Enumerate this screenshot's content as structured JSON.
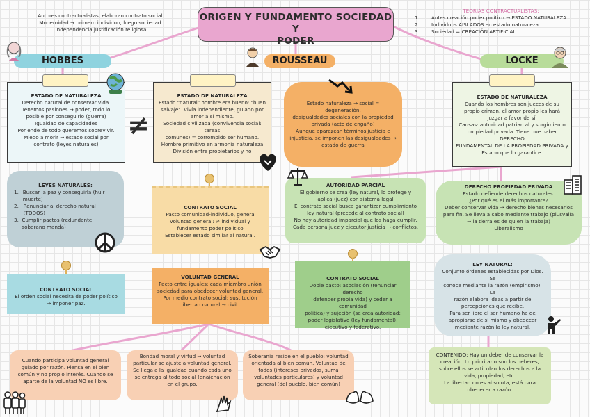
{
  "title": {
    "line1": "ORIGEN Y FUNDAMENTO SOCIEDAD Y",
    "line2": "PODER"
  },
  "intro_left": [
    "Autores contractualistas, elaboran contrato social.",
    "Modernidad → primero individuo, luego sociedad.",
    "Independencia justificación religiosa"
  ],
  "intro_right": {
    "heading": "TEORÍAS CONTRACTUALISTAS:",
    "items": [
      {
        "n": "1.",
        "t": "Antes creación poder político → ESTADO NATURALEZA"
      },
      {
        "n": "2.",
        "t": "Individuos AISLADOS en estado naturaleza"
      },
      {
        "n": "3.",
        "t": "Sociedad = CREACIÓN ARTIFICIAL"
      }
    ]
  },
  "authors": {
    "hobbes": "HOBBES",
    "rousseau": "ROUSSEAU",
    "locke": "LOCKE"
  },
  "hobbes": {
    "estado_naturaleza": {
      "heading": "ESTADO DE NATURALEZA",
      "lines": [
        "Derecho natural de conservar vida.",
        "Tenemos pasiones → poder, todo lo",
        "posible por conseguirlo (guerra)",
        "Igualdad de capacidades",
        "Por ende de todo queremos sobrevivir.",
        "Miedo a morir → estado social por",
        "contrato (leyes naturales)"
      ]
    },
    "leyes_naturales": {
      "heading": "LEYES NATURALES:",
      "items": [
        {
          "n": "1.",
          "t": "Buscar la paz y conseguirla (huir muerte)"
        },
        {
          "n": "2.",
          "t": "Renunciar al derecho natural (TODOS)"
        },
        {
          "n": "3.",
          "t": "Cumplir pactos (redundante, soberano manda)"
        }
      ]
    },
    "contrato_social": {
      "heading": "CONTRATO SOCIAL",
      "lines": [
        "El orden social necesita de poder político",
        "→ imponer paz."
      ]
    }
  },
  "rousseau": {
    "estado_naturaleza": {
      "heading": "ESTADO DE NATURALEZA",
      "lines": [
        "Estado \"natural\" hombre era bueno: \"buen",
        "salvaje\". Vivía independiente, guiado por",
        "amor a sí mismo.",
        "Sociedad civilizada (convivencia social: tareas",
        "comunes) = corrompido ser humano.",
        "Hombre primitivo en armonía naturaleza",
        "División entre propietarios y no"
      ]
    },
    "degeneracion": {
      "lines": [
        "Estado naturaleza → social = degeneración,",
        "desigualdades sociales con la propiedad",
        "privada (acto de engaño)",
        "Aunque aparezcan términos justicia e",
        "injusticia, se imponen las desigualdades →",
        "estado de guerra"
      ]
    },
    "contrato_social": {
      "heading": "CONTRATO SOCIAL",
      "lines": [
        "Pacto comunidad-individuo, genera",
        "voluntad general: ≠ individual y",
        "fundamento poder político",
        "Establecer estado similar al natural."
      ]
    },
    "voluntad_general": {
      "heading": "VOLUNTAD GENERAL",
      "lines": [
        "Pacto entre iguales: cada miembro unión",
        "sociedad para obedecer voluntad general.",
        "Por medio contrato social: sustitución",
        "libertad natural → civil."
      ]
    },
    "bottom": [
      {
        "lines": [
          "Cuando participa voluntad general",
          "guiado por razón. Piensa en el bien",
          "común y no propio interés. Cuando se",
          "aparte de la voluntad NO es libre."
        ]
      },
      {
        "lines": [
          "Bondad moral y virtud → voluntad",
          "particular se ajuste a voluntad general.",
          "Se llega a la igualdad cuando cada uno",
          "se entrega al todo social (enajenación",
          "en el grupo."
        ]
      },
      {
        "lines": [
          "Soberanía reside en el pueblo: voluntad",
          "orientada al bien común. Voluntad de",
          "todos (intereses privados, suma",
          "voluntades particulares) y voluntad",
          "general (del pueblo, bien común)"
        ]
      }
    ]
  },
  "locke": {
    "estado_naturaleza": {
      "heading": "ESTADO DE NATURALEZA",
      "lines": [
        "Cuando los hombres son jueces de su",
        "propio crimen, el amor propio les hará",
        "juzgar a favor de sí.",
        "Causas: autoridad patriarcal y surgimiento",
        "propiedad privada. Tiene que haber DERECHO",
        "FUNDAMENTAL DE LA PROPIEDAD PRIVADA y",
        "Estado que lo garantice."
      ]
    },
    "autoridad_parcial": {
      "heading": "AUTORIDAD PARCIAL",
      "lines": [
        "El gobierno se crea (ley natural, lo protege y",
        "aplica (juez) con sistema legal",
        "El contrato social busca garantizar cumplimiento",
        "ley natural (precede al contrato social)",
        "No hay autoridad imparcial que los haga cumplir.",
        "Cada persona juez y ejecutor justicia → conflictos."
      ]
    },
    "derecho_propiedad": {
      "heading": "DERECHO PROPIEDAD PRIVADA",
      "lines": [
        "Estado defiende derechos naturales.",
        "¿Por qué es el más importante?",
        "Deber conservar vida → derecho bienes necesarios",
        "para fin. Se lleva a cabo mediante trabajo (plusvalía",
        "→ la tierra es de quien la trabaja)",
        "Liberalismo"
      ]
    },
    "contrato_social": {
      "heading": "CONTRATO SOCIAL",
      "lines": [
        "Doble pacto: asociación (renunciar derecho",
        "defender propia vida) y ceder a comunidad",
        "política) y sujeción (se crea autoridad:",
        "poder legislativo (ley fundamental),",
        "ejecutivo y federativo."
      ]
    },
    "ley_natural": {
      "heading": "LEY NATURAL:",
      "lines": [
        "Conjunto órdenes establecidas por Dios. Se",
        "conoce mediante la razón (empirismo). La",
        "razón elabora ideas a partir de",
        "percepciones que recibe.",
        "Para ser libre el ser humano ha de",
        "apropiarse de sí mismo y obedecer",
        "mediante razón la ley natural."
      ]
    },
    "contenido": {
      "lines": [
        "CONTENIDO: Hay un deber de conservar la",
        "creación. Lo prioritario son los deberes,",
        "sobre ellos se articulan los derechos a la",
        "vida, propiedad, etc.",
        "La libertad no es absoluta, está para",
        "obedecer a razón."
      ]
    }
  },
  "symbols": {
    "not_equal": "≠"
  },
  "colors": {
    "pink": "#e9a6cf",
    "orange": "#f4b066",
    "green": "#c7e3b4",
    "teal": "#a8dbe2",
    "gray": "#bfd0d6",
    "cream": "#f5e3c8",
    "peach": "#f8d0b4",
    "olive": "#d5e6b8"
  }
}
